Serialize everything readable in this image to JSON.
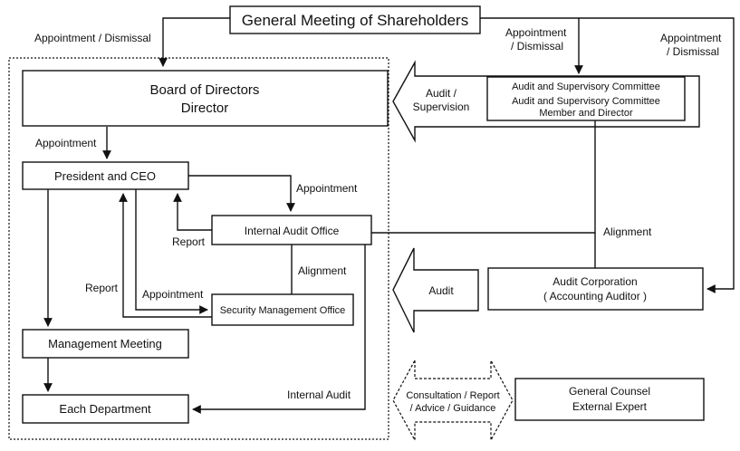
{
  "colors": {
    "stroke": "#111111",
    "background": "#ffffff"
  },
  "nodes": {
    "general_meeting": "General Meeting of Shareholders",
    "board_line1": "Board of Directors",
    "board_line2": "Director",
    "audit_committee_line1": "Audit and Supervisory Committee",
    "audit_committee_line2": "Audit and Supervisory Committee",
    "audit_committee_line3": "Member and Director",
    "president": "President and CEO",
    "internal_audit_office": "Internal Audit Office",
    "security_office": "Security Management Office",
    "management_meeting": "Management Meeting",
    "each_department": "Each Department",
    "audit_corp_line1": "Audit Corporation",
    "audit_corp_line2": "( Accounting Auditor )",
    "counsel_line1": "General Counsel",
    "counsel_line2": "External Expert"
  },
  "labels": {
    "appointment_dismissal_left": "Appointment / Dismissal",
    "appointment_dismissal_mid_1": "Appointment",
    "appointment_dismissal_mid_2": "/ Dismissal",
    "appointment_dismissal_right_1": "Appointment",
    "appointment_dismissal_right_2": "/ Dismissal",
    "appointment_board_president": "Appointment",
    "appointment_internal_audit": "Appointment",
    "appointment_security": "Appointment",
    "report_internal_audit": "Report",
    "report_security": "Report",
    "alignment_security": "Alignment",
    "alignment_audit_corp": "Alignment",
    "internal_audit": "Internal Audit",
    "audit_supervision_1": "Audit /",
    "audit_supervision_2": "Supervision",
    "audit": "Audit",
    "consultation_1": "Consultation / Report",
    "consultation_2": "/ Advice / Guidance"
  }
}
